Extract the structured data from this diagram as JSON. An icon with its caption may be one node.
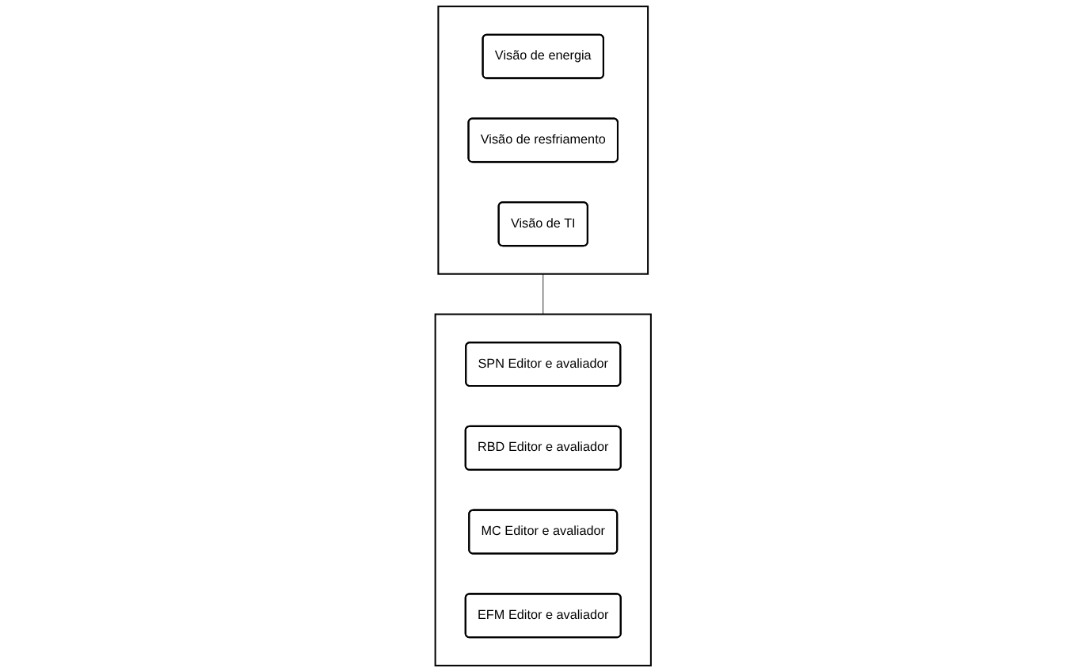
{
  "diagram": {
    "nodes": [
      {
        "text": [],
        "shape": "box"
      },
      {
        "text": [
          "Visão de energia"
        ],
        "in": 0
      },
      {
        "text": [
          "Visão de resfriamento"
        ],
        "in": 0
      },
      {
        "text": [
          "Visão de TI"
        ],
        "in": 0
      },
      {
        "text": [],
        "shape": "box"
      },
      {
        "text": [
          "SPN Editor e avaliador"
        ],
        "in": 4
      },
      {
        "text": [
          "RBD Editor e avaliador"
        ],
        "in": 4
      },
      {
        "text": [
          "MC Editor e avaliador"
        ],
        "in": 4
      },
      {
        "text": [
          "EFM Editor e avaliador"
        ],
        "in": 4
      }
    ],
    "edges": [
      {
        "from": 0,
        "to": 4,
        "arrow": "none"
      }
    ]
  }
}
